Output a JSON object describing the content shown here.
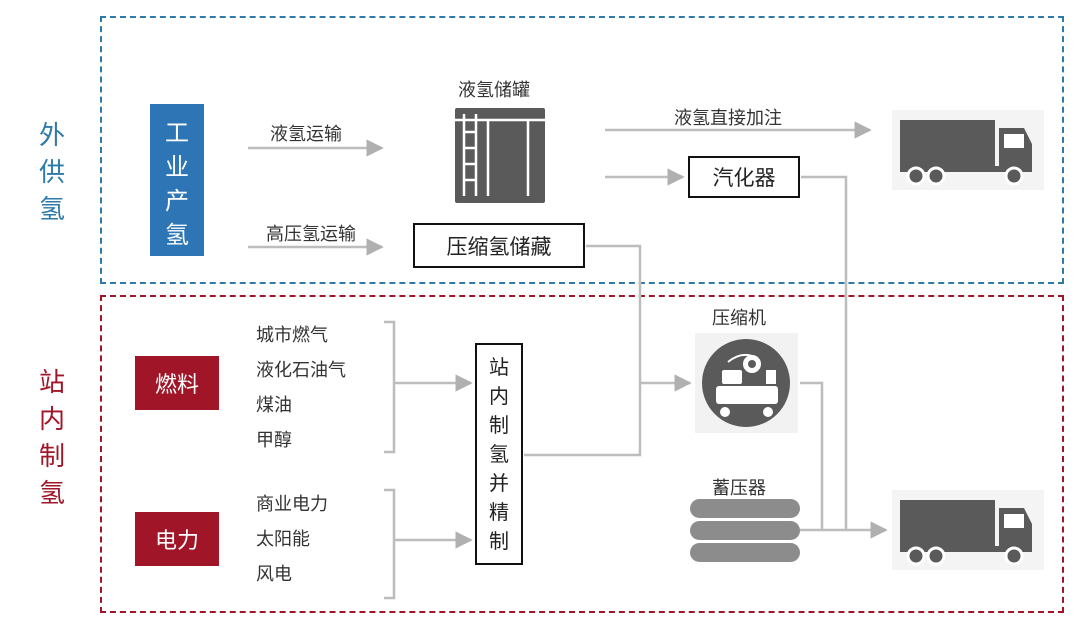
{
  "regions": {
    "external": {
      "label": "外\n供\n氢"
    },
    "onsite": {
      "label": "站\n内\n制\n氢"
    }
  },
  "sources": {
    "industrial": "工\n业\n产\n氢",
    "fuel": "燃料",
    "power": "电力"
  },
  "transport": {
    "liquid": "液氢运输",
    "high_pressure": "高压氢运输"
  },
  "equipment": {
    "lh2_tank": "液氢储罐",
    "compressed_storage": "压缩氢储藏",
    "vaporizer": "汽化器",
    "compressor": "压缩机",
    "accumulator": "蓄压器",
    "onsite_production": "站\n内\n制\n氢\n并\n精\n制"
  },
  "flows": {
    "lh2_direct": "液氢直接加注"
  },
  "fuel_items": [
    "城市燃气",
    "液化石油气",
    "煤油",
    "甲醇"
  ],
  "power_items": [
    "商业电力",
    "太阳能",
    "风电"
  ],
  "colors": {
    "external": "#2e7aa8",
    "onsite": "#a01628",
    "industrial_box": "#2e75b6",
    "arrow": "#b8b8b8",
    "icon": "#5a5a5a"
  }
}
